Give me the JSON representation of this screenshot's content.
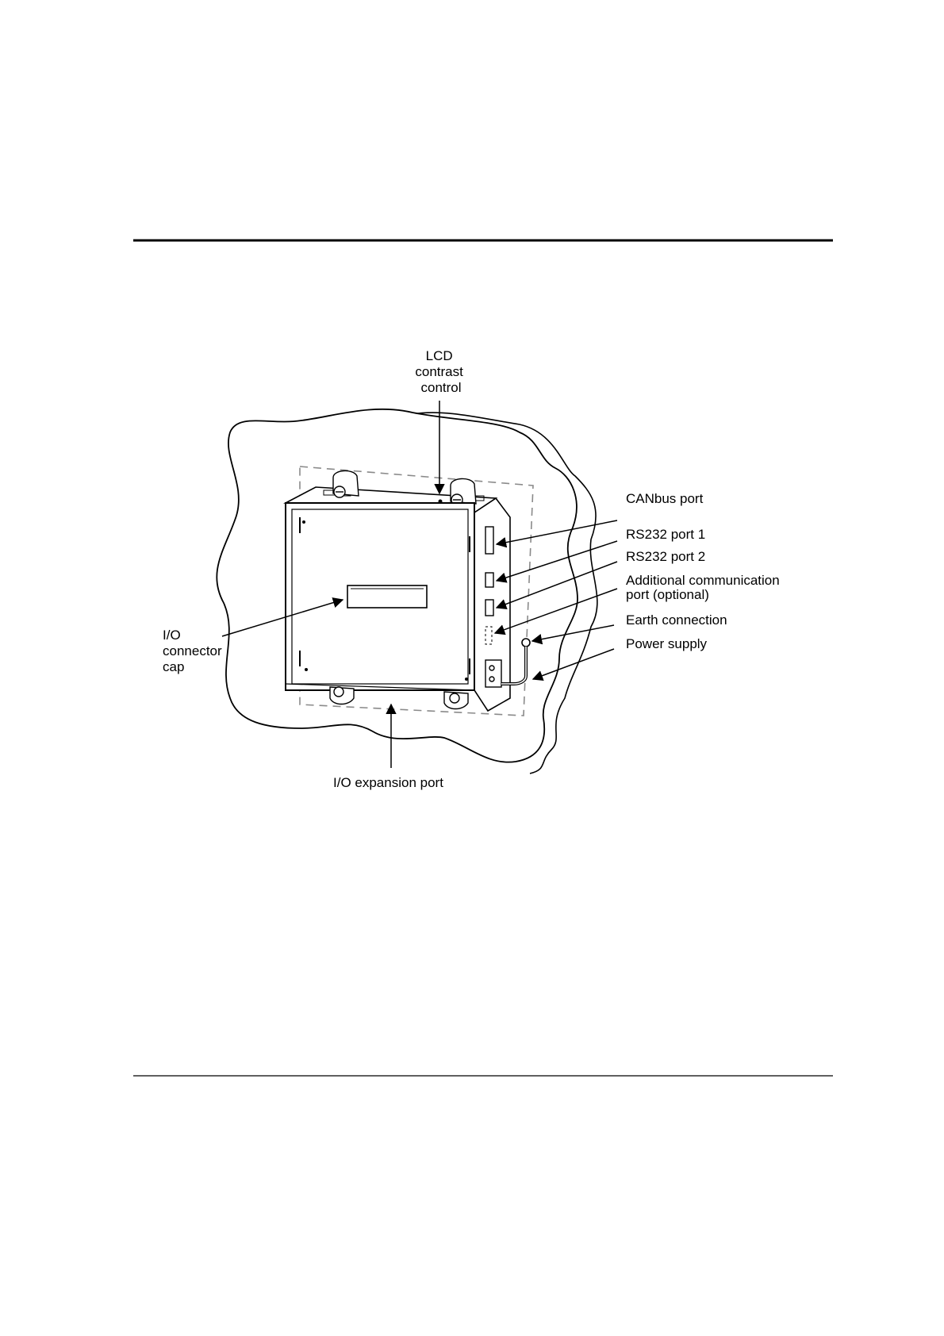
{
  "colors": {
    "ink": "#000000",
    "dashed_outline": "#8a8a8a",
    "background": "#ffffff"
  },
  "labels": {
    "lcd": [
      "LCD",
      "contrast",
      "control"
    ],
    "canbus": "CANbus port",
    "rs232_1": "RS232 port 1",
    "rs232_2": "RS232 port 2",
    "additional": [
      "Additional communication",
      "port (optional)"
    ],
    "earth": "Earth connection",
    "power": "Power supply",
    "io_cap": [
      "I/O",
      "connector",
      "cap"
    ],
    "io_expansion": "I/O expansion port"
  }
}
